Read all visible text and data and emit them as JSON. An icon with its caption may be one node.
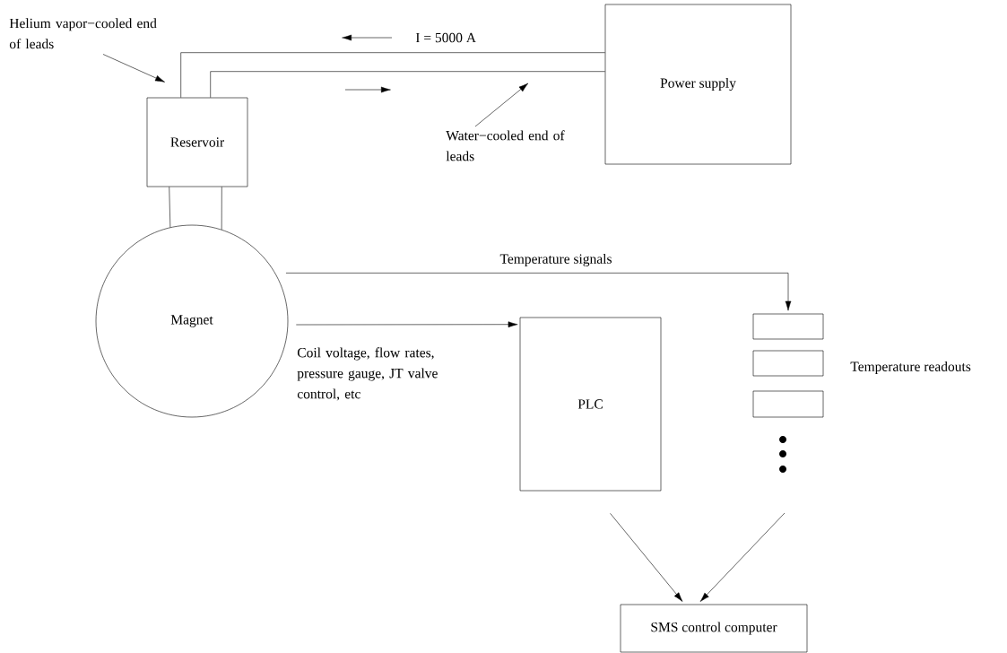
{
  "diagram": {
    "nodes": [
      {
        "text": [
          "Helium vapor−cooled end of leads"
        ]
      },
      {
        "text": [
          "Reservoir"
        ]
      },
      {
        "text": [
          "Power supply"
        ]
      },
      {
        "text": [
          "Water−cooled end of leads"
        ]
      },
      {
        "text": [
          "Magnet"
        ]
      },
      {
        "text": [
          "PLC"
        ]
      },
      {
        "text": [],
        "shape": "box"
      },
      {
        "text": [],
        "shape": "box"
      },
      {
        "text": [],
        "shape": "box"
      },
      {
        "text": [
          "SMS control computer"
        ]
      }
    ],
    "edges": [
      {
        "from": 1,
        "to": 2,
        "arrow": "none"
      },
      {
        "from": 1,
        "to": 2,
        "arrow": "none"
      },
      {
        "from": 1,
        "to": 4,
        "arrow": "none"
      },
      {
        "from": 1,
        "to": 4,
        "arrow": "none"
      },
      {
        "from": 4,
        "to": 6,
        "arrow": "to",
        "label": "Temperature signals"
      },
      {
        "from": 4,
        "to": 5,
        "arrow": "to",
        "label": "Coil voltage, flow rates, pressure gauge, JT valve control, etc"
      },
      {
        "from": 5,
        "to": 9,
        "arrow": "to"
      },
      {
        "from": null,
        "to": 9,
        "arrow": "to"
      },
      {
        "from": 0,
        "to": null,
        "arrow": "to"
      },
      {
        "from": 3,
        "to": null,
        "arrow": "to"
      }
    ],
    "labels": [
      "I = 5000 A",
      "Temperature readouts"
    ]
  }
}
